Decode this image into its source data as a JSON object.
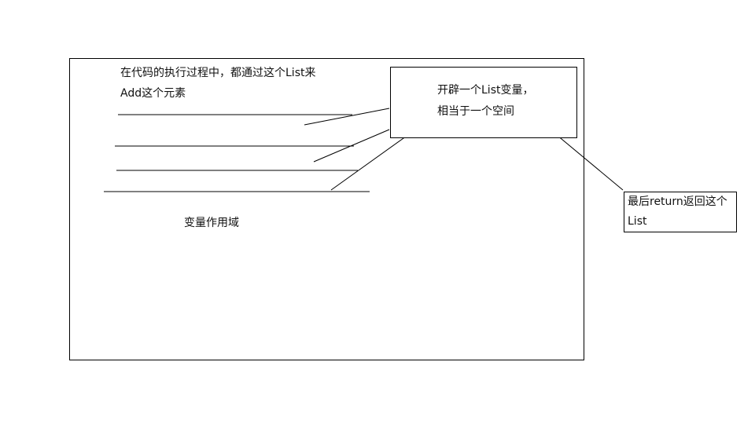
{
  "diagram": {
    "outer_region": {
      "top_note_line1": "在代码的执行过程中，都通过这个List来",
      "top_note_line2": "Add这个元素",
      "scope_label": "变量作用域"
    },
    "list_box": {
      "line1": "开辟一个List变量，",
      "line2": "相当于一个空间"
    },
    "return_box": {
      "line1": "最后return返回这个",
      "line2": "List"
    },
    "colors": {
      "stroke": "#000000",
      "background": "#ffffff"
    }
  }
}
